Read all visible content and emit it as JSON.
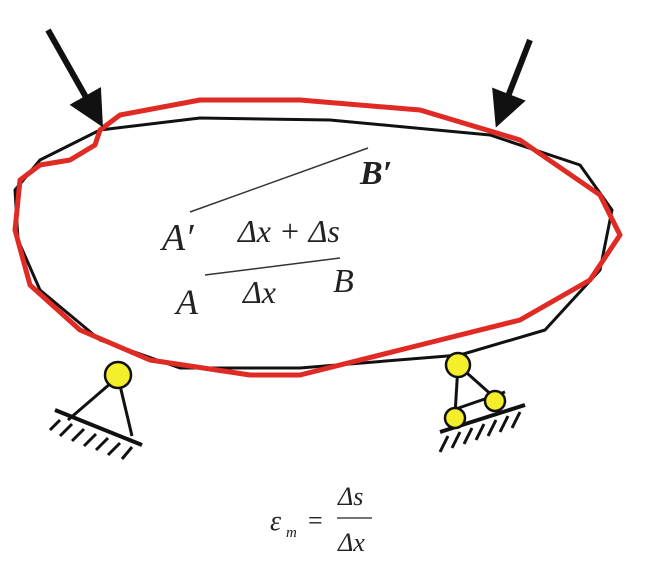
{
  "labels": {
    "b_prime": "B′",
    "a_prime": "A′",
    "deformed_length": "Δx + Δs",
    "a": "A",
    "original_length": "Δx",
    "b": "B"
  },
  "formula": {
    "lhs": "ε",
    "subscript": "m",
    "equals": "=",
    "numerator": "Δs",
    "denominator": "Δx"
  },
  "colors": {
    "deformed_outline": "#e02a24",
    "body_outline": "#111111",
    "support_ball": "#f5ee2a"
  }
}
